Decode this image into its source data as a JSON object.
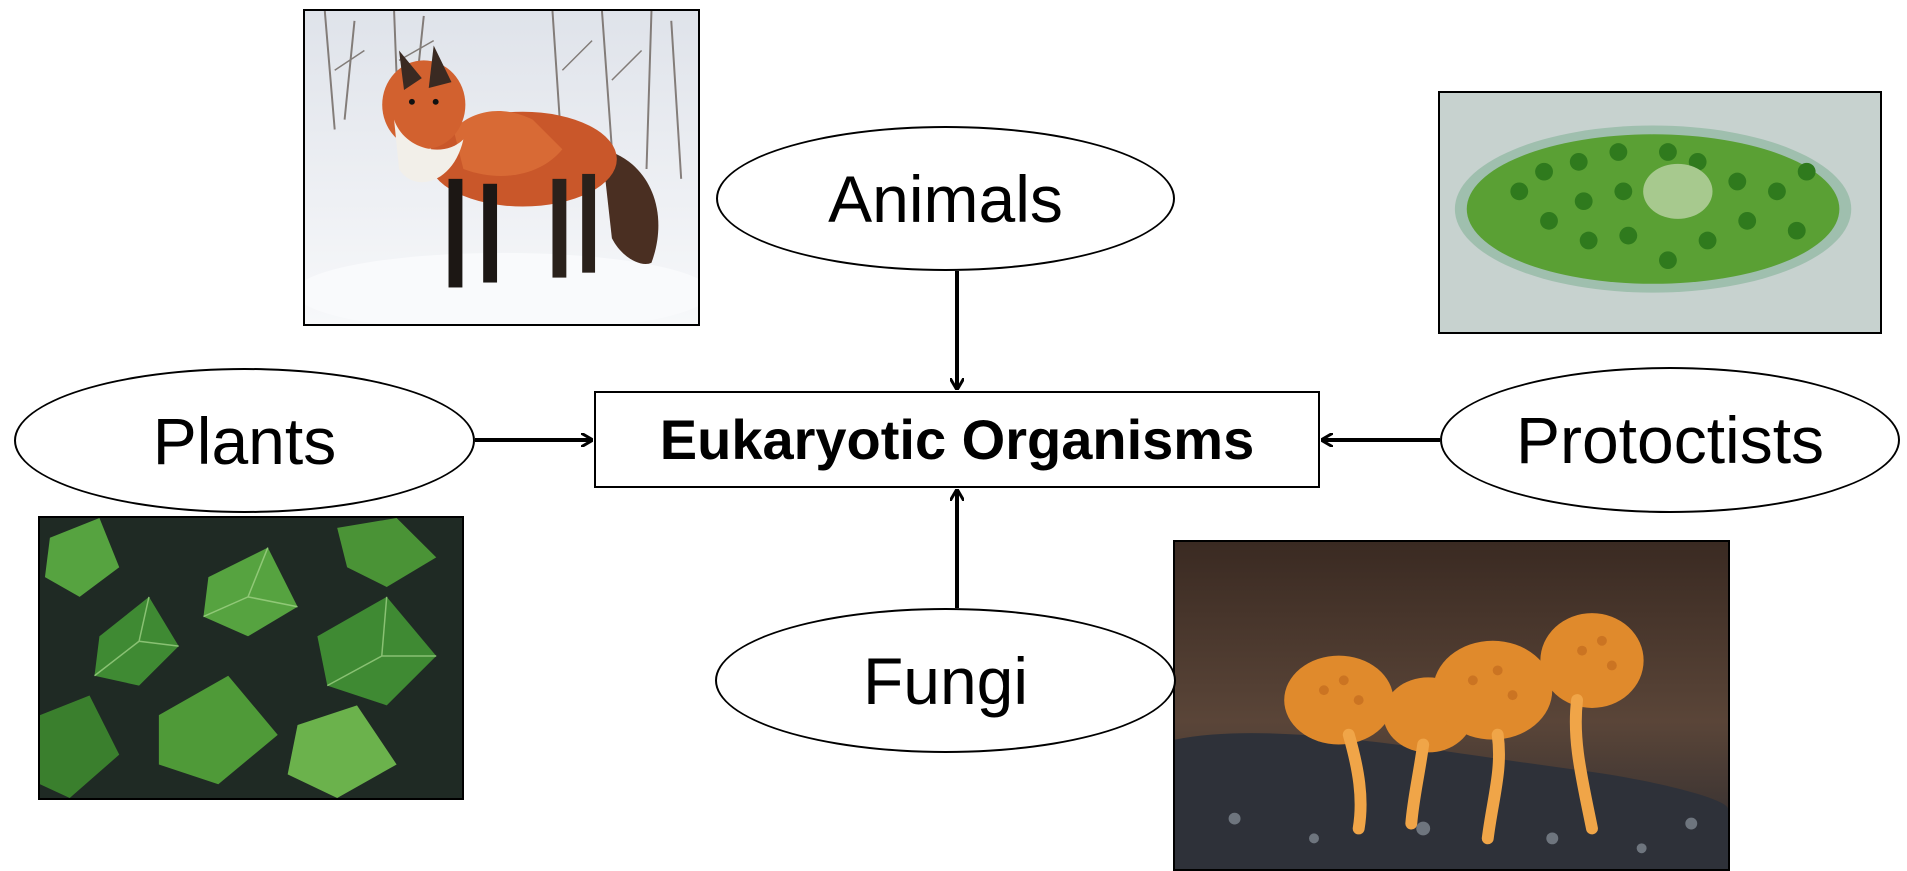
{
  "diagram": {
    "center": {
      "label": "Eukaryotic Organisms"
    },
    "nodes": {
      "animals": "Animals",
      "plants": "Plants",
      "protoctists": "Protoctists",
      "fungi": "Fungi"
    },
    "edges": [
      {
        "from": "Animals",
        "to": "Eukaryotic Organisms"
      },
      {
        "from": "Plants",
        "to": "Eukaryotic Organisms"
      },
      {
        "from": "Protoctists",
        "to": "Eukaryotic Organisms"
      },
      {
        "from": "Fungi",
        "to": "Eukaryotic Organisms"
      }
    ]
  },
  "images": {
    "fox": "red-fox-in-snow-photo",
    "paramecium": "green-protoctist-micrograph",
    "ivy": "ivy-leaves-photo",
    "mushrooms": "orange-fungi-photo"
  }
}
